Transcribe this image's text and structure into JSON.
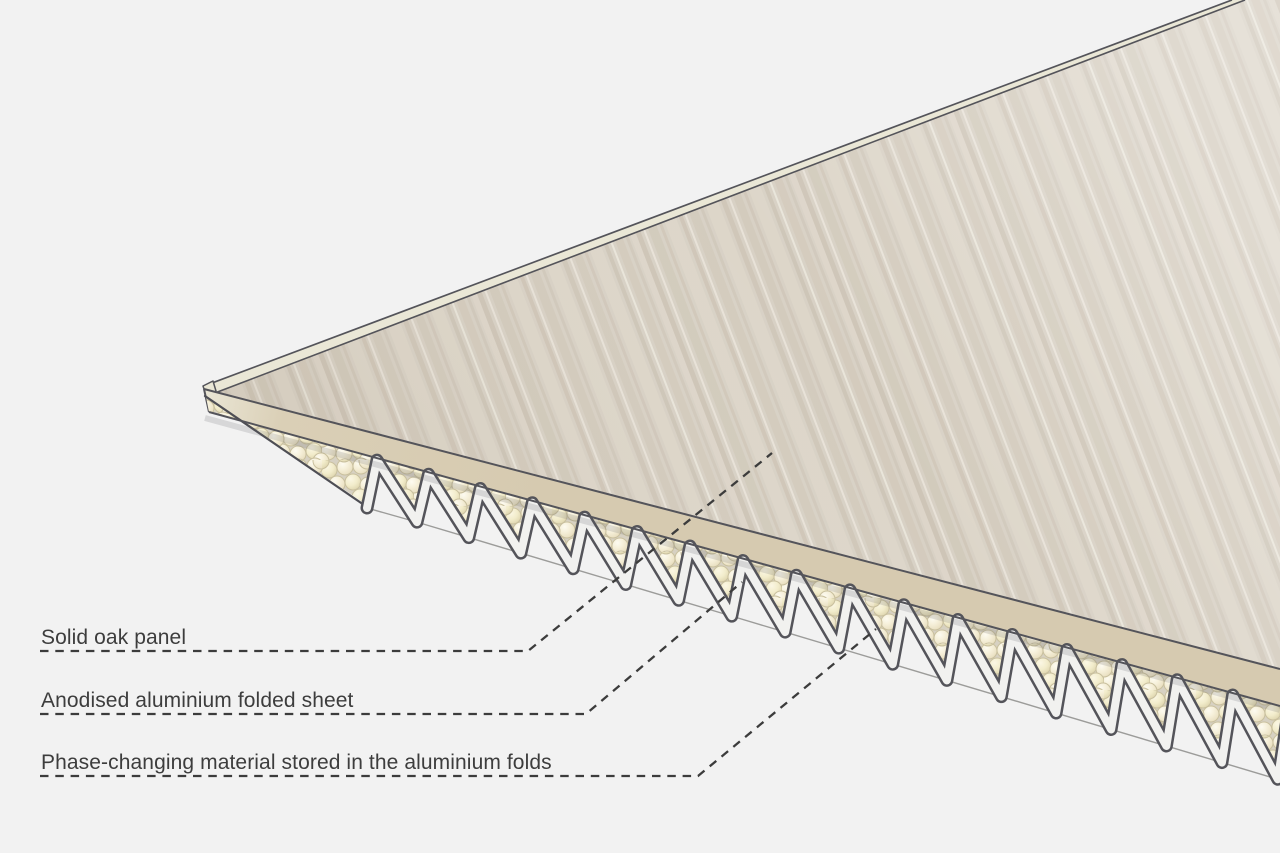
{
  "page": {
    "background_color": "#f2f2f2"
  },
  "diagram": {
    "name": "layered-panel-cross-section",
    "description": "Cutaway diagram of a composite panel: solid oak top over an anodised aluminium folded (corrugated) sheet whose folds are filled with encapsulated phase-changing material.",
    "labels": [
      {
        "id": "oak",
        "text": "Solid oak panel"
      },
      {
        "id": "aluminium",
        "text": "Anodised aluminium folded sheet"
      },
      {
        "id": "pcm",
        "text": "Phase-changing material stored in the aluminium folds"
      }
    ]
  },
  "colors": {
    "background": "#f2f2f2",
    "outline": "#54545a",
    "silhouette": "#4e4e54",
    "wood_base": "#d8d1c5",
    "wood_grain_dark": "#c2b7a6",
    "wood_grain_mid": "#cfc6b6",
    "wood_grain_lightmid": "#ded7cb",
    "wood_grain_light": "#eae5db",
    "oak_edge": "#dacfb6",
    "oak_edge_dark": "#d6cab0",
    "oak_edge_light": "#e9e5d4",
    "rim": "#eae7d6",
    "fold_face": "#f1f1ef",
    "pocket_bg": "#d7d1c2",
    "capsule_fill": "#f4eed8",
    "capsule_ring": "#c9c09e",
    "gap_line": "#9c9c9a",
    "label_text": "#3d3d3d",
    "leader": "#3c3c3c"
  }
}
